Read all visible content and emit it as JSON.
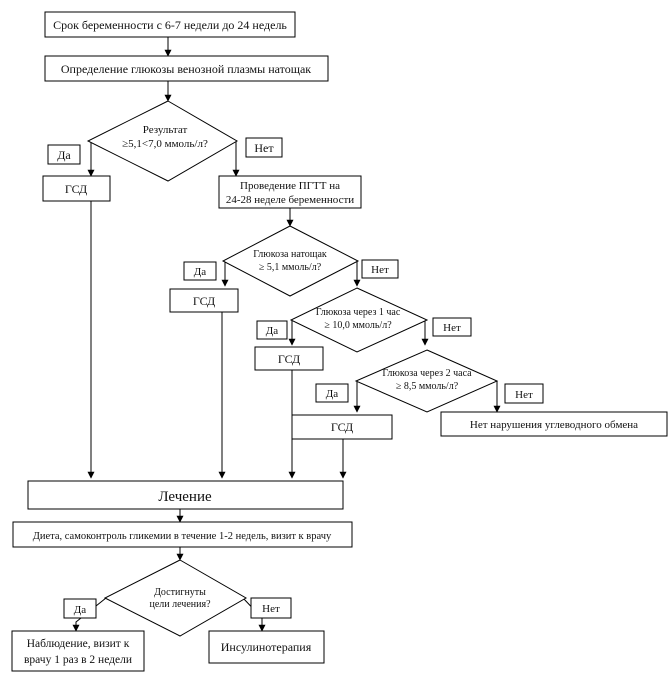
{
  "nodes": {
    "start": "Срок беременности с 6-7 недели до 24 недель",
    "glucose_test": "Определение глюкозы венозной плазмы натощак",
    "d1_line1": "Результат",
    "d1_line2": "≥5,1<7,0 ммоль/л?",
    "yes1": "Да",
    "no1": "Нет",
    "gsd1": "ГСД",
    "pgtt_line1": "Проведение ПГТТ на",
    "pgtt_line2": "24-28 неделе беременности",
    "d2_line1": "Глюкоза натощак",
    "d2_line2": "≥ 5,1 ммоль/л?",
    "yes2": "Да",
    "no2": "Нет",
    "gsd2": "ГСД",
    "d3_line1": "Глюкоза через 1 час",
    "d3_line2": "≥ 10,0 ммоль/л?",
    "yes3": "Да",
    "no3": "Нет",
    "gsd3": "ГСД",
    "d4_line1": "Глюкоза через 2 часа",
    "d4_line2": "≥ 8,5 ммоль/л?",
    "yes4": "Да",
    "no4": "Нет",
    "gsd4": "ГСД",
    "no_disorder": "Нет нарушения углеводного обмена",
    "treatment": "Лечение",
    "diet": "Диета, самоконтроль гликемии в течение 1-2 недель, визит к врачу",
    "d5_line1": "Достигнуты",
    "d5_line2": "цели лечения?",
    "yes5": "Да",
    "no5": "Нет",
    "observation_line1": "Наблюдение, визит к",
    "observation_line2": "врачу 1 раз в 2 недели",
    "insulin": "Инсулинотерапия"
  }
}
